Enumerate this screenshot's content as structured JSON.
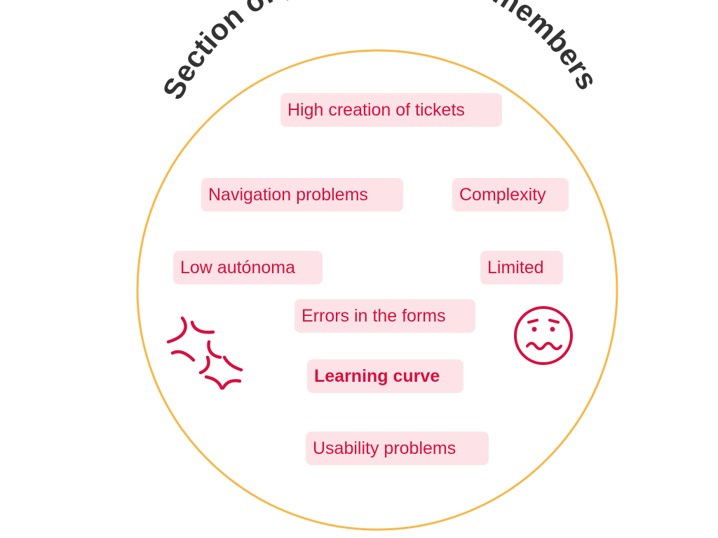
{
  "title": "Section of procedures for members",
  "tags": [
    {
      "id": "high-creation-of-tickets",
      "label": "High creation of tickets"
    },
    {
      "id": "navigation-problems",
      "label": "Navigation problems"
    },
    {
      "id": "complexity",
      "label": "Complexity"
    },
    {
      "id": "low-autonoma",
      "label": "Low autónoma"
    },
    {
      "id": "limited",
      "label": "Limited"
    },
    {
      "id": "errors-in-the-forms",
      "label": "Errors in the forms"
    },
    {
      "id": "learning-curve",
      "label": "Learning curve"
    },
    {
      "id": "usability-problems",
      "label": "Usability problems"
    }
  ],
  "icons": {
    "frustration": "anger-symbol-icon",
    "face": "worried-face-icon"
  },
  "colors": {
    "circle": "#f7b84b",
    "accent": "#d80f3f",
    "tag_background": "#fde3e7",
    "title": "#333333"
  }
}
